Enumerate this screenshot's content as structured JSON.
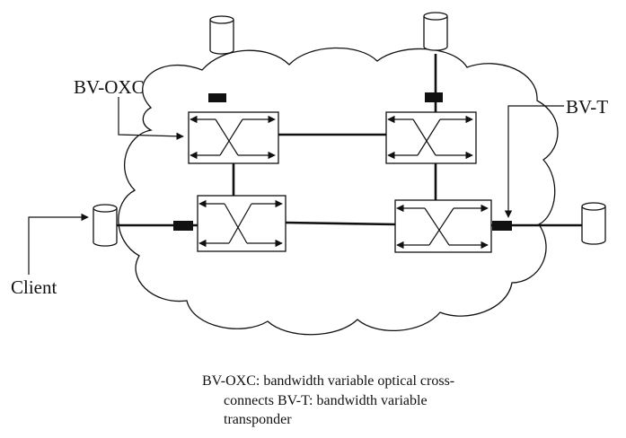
{
  "labels": {
    "bvoxc": "BV-OXC",
    "bvt": "BV-T",
    "client": "Client"
  },
  "caption": {
    "line1": "BV-OXC: bandwidth variable optical cross-",
    "line2": "connects BV-T: bandwidth variable",
    "line3": "transponder"
  },
  "colors": {
    "line": "#111111",
    "fill": "#ffffff",
    "transponder": "#111111"
  }
}
